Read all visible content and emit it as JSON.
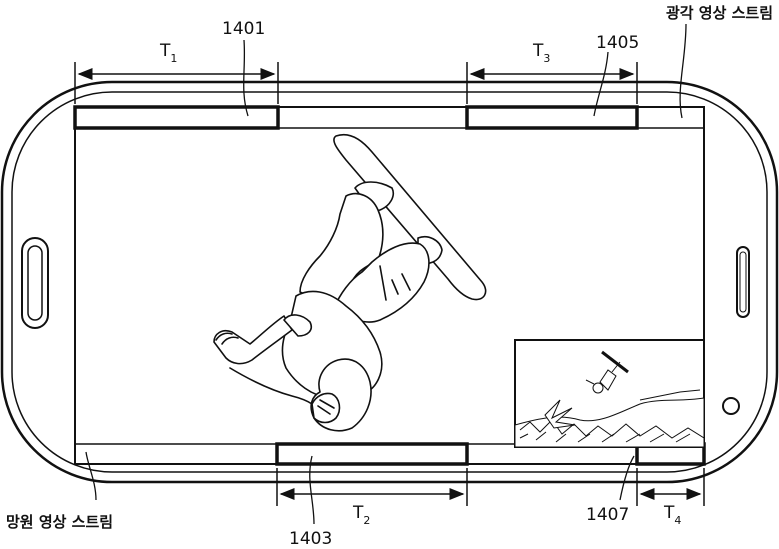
{
  "labels": {
    "wide_stream": "광각 영상 스트림",
    "tele_stream": "망원 영상 스트림",
    "ref_1401": "1401",
    "ref_1403": "1403",
    "ref_1405": "1405",
    "ref_1407": "1407"
  },
  "intervals": {
    "t1": {
      "main": "T",
      "sub": "1"
    },
    "t2": {
      "main": "T",
      "sub": "2"
    },
    "t3": {
      "main": "T",
      "sub": "3"
    },
    "t4": {
      "main": "T",
      "sub": "4"
    }
  },
  "colors": {
    "line": "#111111",
    "background": "#ffffff"
  }
}
